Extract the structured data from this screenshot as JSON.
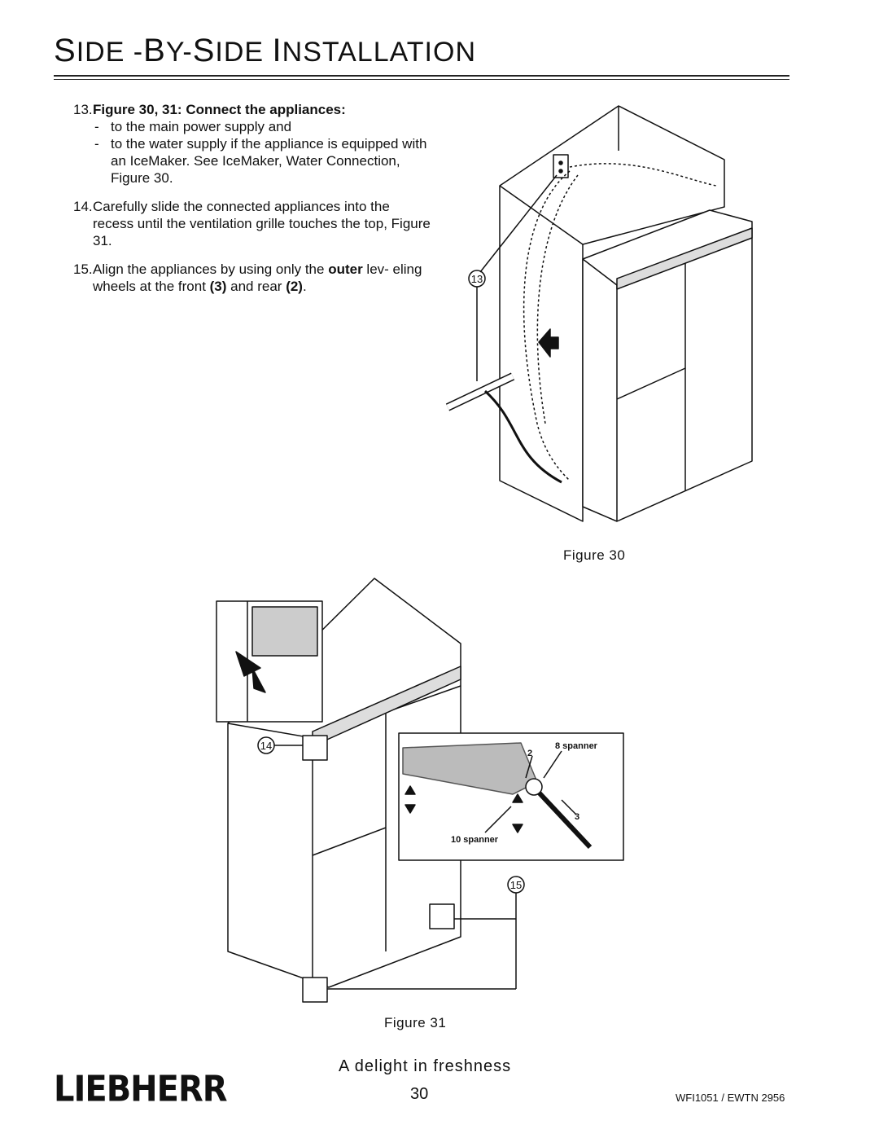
{
  "header": {
    "title_parts": [
      "S",
      "IDE -",
      "B",
      "Y-",
      "S",
      "IDE ",
      "I",
      "NSTALLATION"
    ]
  },
  "instructions": {
    "step13_num": "13.",
    "step13_heading": "Figure 30, 31: Connect the appliances:",
    "step13_bullet1": "to the main power supply and",
    "step13_bullet2": "to the water supply if the appliance is equipped with an IceMaker. See  IceMaker, Water Connection,  Figure 30.",
    "step14_num": "14.",
    "step14_text": "Carefully slide the connected appliances into the recess until the ventilation grille touches the top, Figure 31.",
    "step15_num": "15.",
    "step15_pre": "Align the appliances by using only the ",
    "step15_bold1": "outer",
    "step15_mid1": " lev- eling wheels at the front ",
    "step15_bold2": "(3)",
    "step15_mid2": " and rear ",
    "step15_bold3": "(2)",
    "step15_end": "."
  },
  "figures": {
    "fig30_caption": "Figure 30",
    "fig31_caption": "Figure 31",
    "callout_13": "13",
    "callout_14": "14",
    "callout_15": "15",
    "label_8_spanner": "8 spanner",
    "label_10_spanner": "10 spanner",
    "label_2": "2",
    "label_3": "3"
  },
  "footer": {
    "logo": "LIEBHERR",
    "tagline": "A delight in freshness",
    "page_number": "30",
    "doc_ref": "WFI1051 / EWTN 2956"
  }
}
